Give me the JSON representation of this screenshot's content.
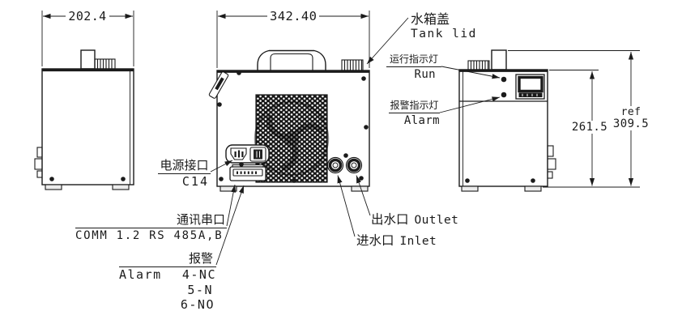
{
  "dimensions": {
    "left_width": "202.4",
    "rear_width": "342.40",
    "front_height": "261.5",
    "ref_prefix": "ref",
    "ref_height": "309.5"
  },
  "callouts": {
    "tank_lid_zh": "水箱盖",
    "tank_lid_en": "Tank lid",
    "run_zh": "运行指示灯",
    "run_en": "Run",
    "alarm_ind_zh": "报警指示灯",
    "alarm_ind_en": "Alarm",
    "power_zh": "电源接口",
    "power_en": "C14",
    "comm_zh": "通讯串口",
    "comm_en": "COMM 1.2 RS 485A,B",
    "alarm_term_zh": "报警",
    "alarm_term_en": "Alarm",
    "alarm_pin_nc": "4-NC",
    "alarm_pin_n": "5-N",
    "alarm_pin_no": "6-NO",
    "outlet_zh": "出水口",
    "outlet_en": "Outlet",
    "inlet_zh": "进水口",
    "inlet_en": "Inlet"
  },
  "colors": {
    "line": "#1b1b1b",
    "background": "#ffffff"
  }
}
